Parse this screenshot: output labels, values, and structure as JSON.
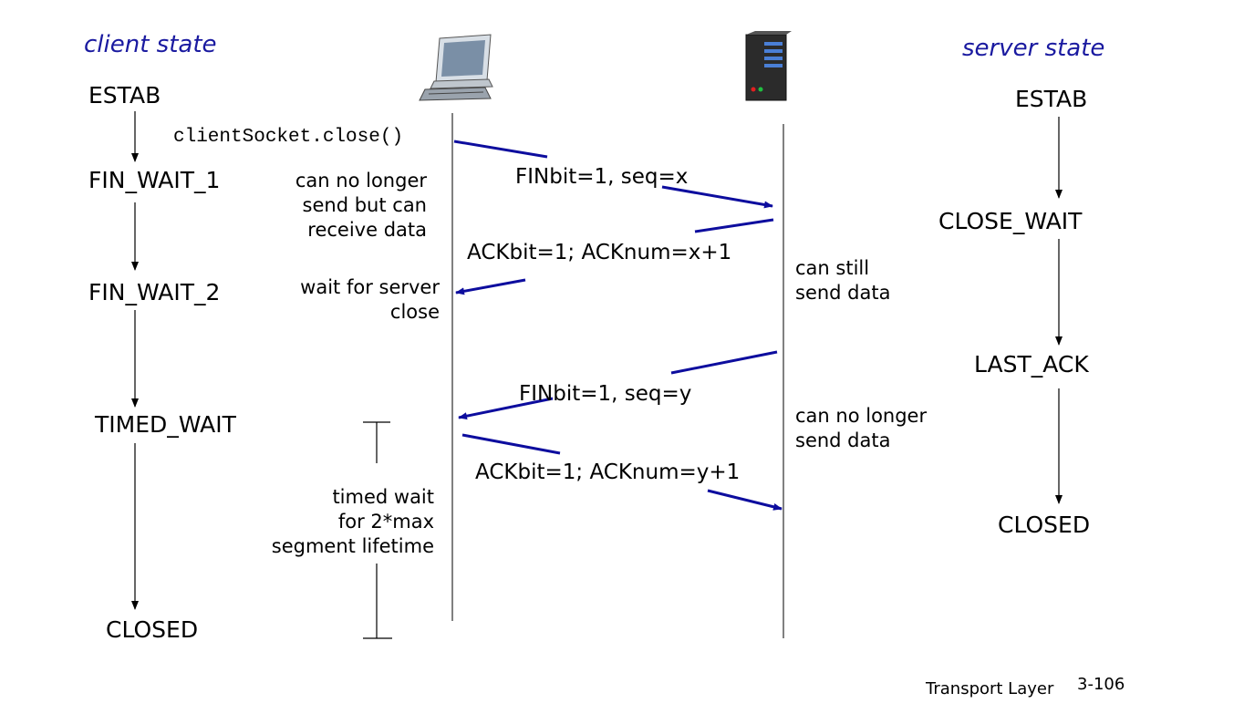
{
  "headers": {
    "client_state": "client state",
    "server_state": "server state"
  },
  "client_states": [
    "ESTAB",
    "FIN_WAIT_1",
    "FIN_WAIT_2",
    "TIMED_WAIT",
    "CLOSED"
  ],
  "server_states": [
    "ESTAB",
    "CLOSE_WAIT",
    "LAST_ACK",
    "CLOSED"
  ],
  "call": "clientSocket.close()",
  "messages": {
    "fin_client": "FINbit=1, seq=x",
    "ack_server": "ACKbit=1; ACKnum=x+1",
    "fin_server": "FINbit=1, seq=y",
    "ack_client": "ACKbit=1; ACKnum=y+1"
  },
  "notes": {
    "client_fin_wait_1": "can no longer\nsend but can\nreceive data",
    "client_fin_wait_2": "wait for server\nclose",
    "server_close_wait": "can still\nsend data",
    "server_last_ack": "can no longer\nsend data",
    "timed_wait": "timed wait\nfor 2*max\nsegment lifetime"
  },
  "icons": {
    "client": "desktop-computer-icon",
    "server": "server-tower-icon"
  },
  "colors": {
    "arrow": "#0d0d9e",
    "header": "#1a1aa0"
  },
  "footer": {
    "label": "Transport Layer",
    "page": "3-106"
  }
}
